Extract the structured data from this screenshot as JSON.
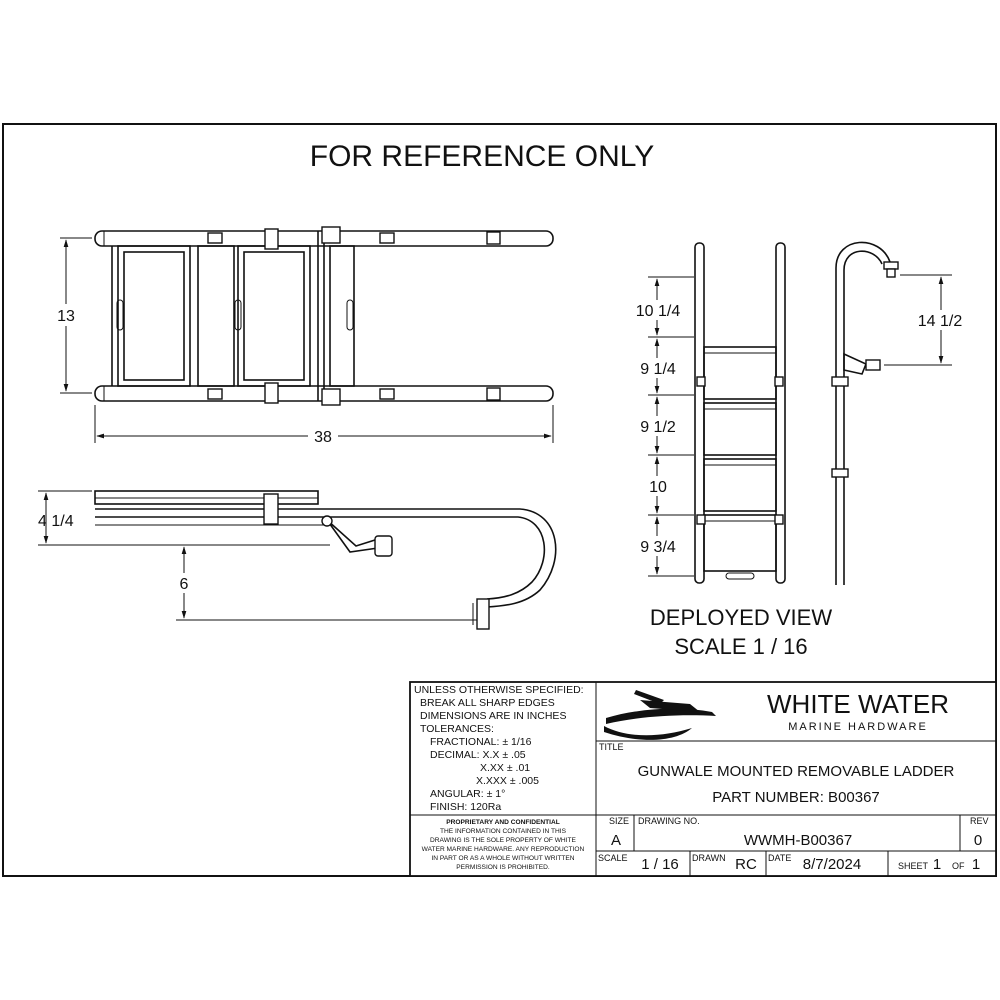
{
  "header": {
    "title": "FOR REFERENCE ONLY"
  },
  "dimensions": {
    "top_height": "13",
    "top_length": "38",
    "side_height": "4 1/4",
    "side_drop": "6",
    "step_1": "10 1/4",
    "step_2": "9 1/4",
    "step_3": "9 1/2",
    "step_4": "10",
    "step_5": "9 3/4",
    "profile_height": "14 1/2"
  },
  "deployed_view": {
    "label": "DEPLOYED VIEW",
    "scale_label": "SCALE 1 / 16"
  },
  "notes": {
    "lines": [
      "UNLESS OTHERWISE SPECIFIED:",
      "BREAK ALL SHARP EDGES",
      "DIMENSIONS ARE IN INCHES",
      "TOLERANCES:",
      "FRACTIONAL: ± 1/16",
      "DECIMAL: X.X ± .05",
      "X.XX ± .01",
      "X.XXX ± .005",
      "ANGULAR: ± 1°",
      "FINISH: 120Ra"
    ]
  },
  "proprietary": {
    "heading": "PROPRIETARY AND CONFIDENTIAL",
    "lines": [
      "THE INFORMATION CONTAINED IN THIS",
      "DRAWING IS THE SOLE PROPERTY OF WHITE",
      "WATER MARINE HARDWARE. ANY REPRODUCTION",
      "IN PART OR AS A WHOLE WITHOUT WRITTEN",
      "PERMISSION IS PROHIBITED."
    ]
  },
  "company": {
    "name": "WHITE WATER",
    "subtitle": "MARINE HARDWARE"
  },
  "title_block": {
    "title_label": "TITLE",
    "title_line1": "GUNWALE MOUNTED REMOVABLE LADDER",
    "title_line2": "PART NUMBER: B00367",
    "size_label": "SIZE",
    "size": "A",
    "drawing_no_label": "DRAWING NO.",
    "drawing_no": "WWMH-B00367",
    "rev_label": "REV",
    "rev": "0",
    "scale_label": "SCALE",
    "scale": "1 / 16",
    "drawn_label": "DRAWN",
    "drawn": "RC",
    "date_label": "DATE",
    "date": "8/7/2024",
    "sheet_label": "SHEET",
    "sheet": "1",
    "of_label": "OF",
    "sheet_total": "1"
  }
}
